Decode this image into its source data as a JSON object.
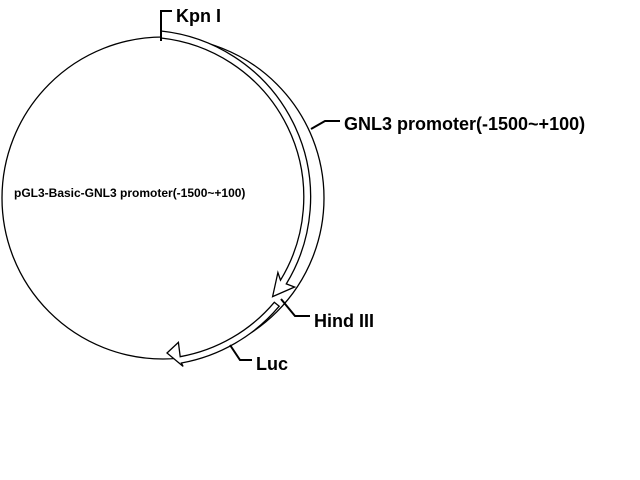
{
  "plasmid": {
    "name": "pGL3-Basic-GNL3 promoter(-1500~+100)"
  },
  "features": {
    "site1": "Kpn I",
    "insert": "GNL3 promoter(-1500~+100)",
    "site2": "Hind III",
    "reporter": "Luc"
  },
  "colors": {
    "stroke": "#000000",
    "background": "#ffffff"
  }
}
